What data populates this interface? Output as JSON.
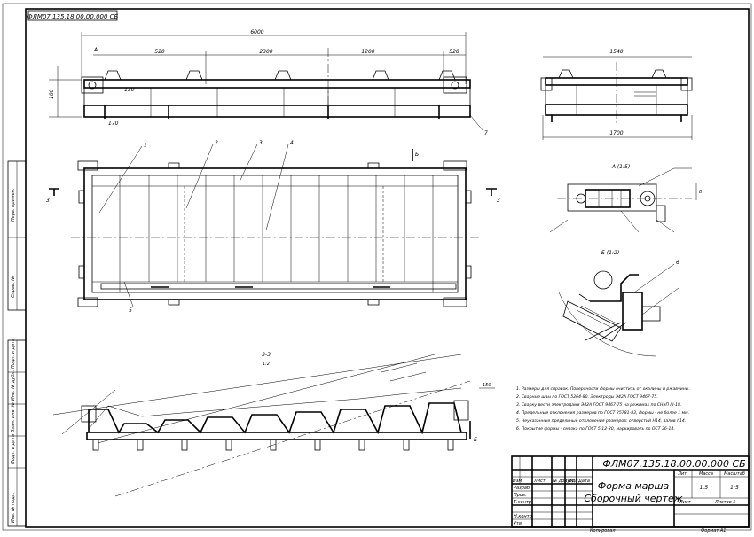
{
  "stamp_code": "ФЛМ07.135.18.00.00.000 СБ",
  "title_block": {
    "designation": "ФЛМ07.135.18.00.00.000 СБ",
    "name_line1": "Форма марша",
    "name_line2": "Сборочный чертеж",
    "scale": "1:5",
    "mass": "1,5 т",
    "sheet": "Лист",
    "sheets": "Листов 1",
    "copied": "Копировал",
    "format": "Формат A1",
    "headers": [
      "Изм.",
      "Лист",
      "№ докум.",
      "Подп.",
      "Дата"
    ],
    "roles": [
      "Разраб.",
      "Пров.",
      "Т.контр.",
      "Н.контр.",
      "Утв."
    ],
    "col_heads": [
      "Лит.",
      "Масса",
      "Масштаб"
    ]
  },
  "views": {
    "top_width": "6000",
    "top_dims": [
      "520",
      "2300",
      "1200",
      "520"
    ],
    "side_width": "1540",
    "side_width2": "1700",
    "section_label": "А (1:5)",
    "detail_label": "Б (1:2)",
    "bottom_label": "3-3",
    "bottom_sub": "1:2",
    "section_mark": "А",
    "section_mark2": "Б",
    "section_mark3": "3",
    "dim_h1": "100",
    "dim_h2": "8",
    "dim_130": "130",
    "dim_150": "150",
    "dim_170": "170",
    "leader_labels": [
      "1",
      "2",
      "3",
      "4",
      "5",
      "6",
      "7"
    ]
  },
  "notes": [
    "1. Размеры для справок. Поверхности формы очистить от окалины и ржавчины.",
    "2. Сварные швы по ГОСТ 5264-80. Электроды Э42А ГОСТ 9467-75.",
    "3. Сварку вести электродами Э42А ГОСТ 9467-75 на режимах по СНиП III-18.",
    "4. Предельные отклонения размеров по ГОСТ 25781-83, формы - не более 1 мм.",
    "5. Неуказанные предельные отклонения размеров: отверстий H14, валов h14.",
    "6. Покрытие формы - смазка по ГОСТ 5.12-80, маркировать по ОСТ 36-14."
  ],
  "side_stamp": [
    "Перв. примен.",
    "Справ. №",
    "Подп. и дата",
    "Инв. № дубл.",
    "Взам. инв. №",
    "Подп. и дата",
    "Инв. № подл."
  ]
}
